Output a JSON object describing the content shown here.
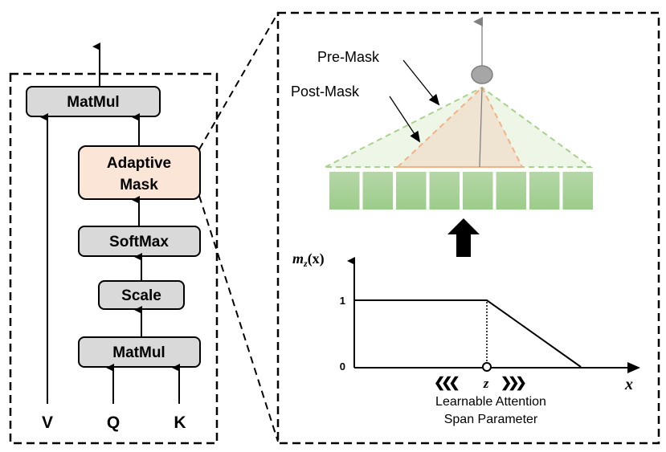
{
  "left_block": {
    "title": "Scaled dot-product attention with adaptive mask",
    "boxes": {
      "matmul_top": "MatMul",
      "adaptive_mask_line1": "Adaptive",
      "adaptive_mask_line2": "Mask",
      "softmax": "SoftMax",
      "scale": "Scale",
      "matmul_bottom": "MatMul"
    },
    "inputs": {
      "v": "V",
      "q": "Q",
      "k": "K"
    },
    "colors": {
      "box_fill": "#d9d9d9",
      "adaptive_fill": "#fbe5d6",
      "border": "#000000"
    }
  },
  "right_block": {
    "labels": {
      "pre_mask": "Pre-Mask",
      "post_mask": "Post-Mask"
    },
    "token_count": 8,
    "colors": {
      "token_fill_top": "#b6d7a8",
      "token_fill_bottom": "#9ccc8a",
      "pre_mask_fill": "#eef6e8",
      "pre_mask_stroke": "#a9d18e",
      "post_mask_fill": "#efe4d2",
      "post_mask_stroke": "#f4b183",
      "node_fill": "#a6a6a6"
    }
  },
  "mask_function": {
    "ylabel_main": "m",
    "ylabel_sub": "z",
    "ylabel_arg": "(x)",
    "xlabel": "x",
    "y_tick_1": "1",
    "y_tick_0": "0",
    "z_label": "z",
    "caption_line1": "Learnable Attention",
    "caption_line2": "Span Parameter",
    "left_arrows": "❮❮❮",
    "right_arrows": "❯❯❯"
  }
}
